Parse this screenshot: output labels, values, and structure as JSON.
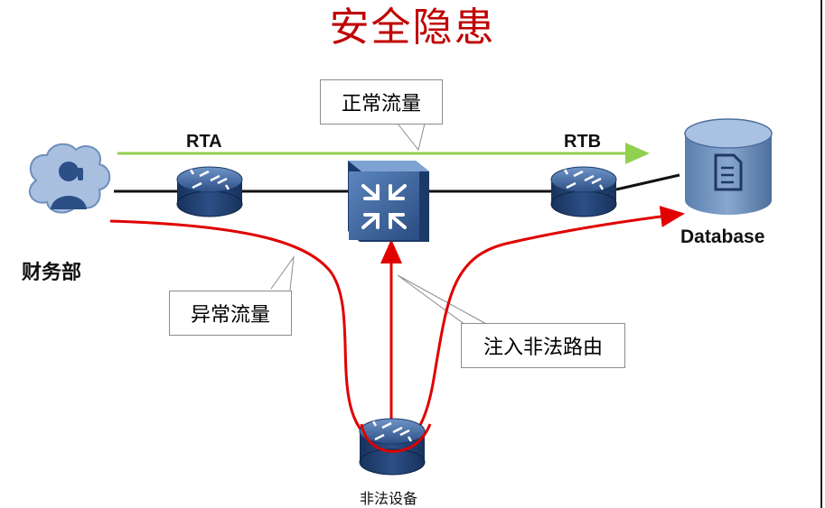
{
  "title": "安全隐患",
  "labels": {
    "rta": "RTA",
    "rtb": "RTB",
    "database": "Database",
    "finance": "财务部",
    "illegal_device": "非法设备"
  },
  "callouts": {
    "normal_traffic": "正常流量",
    "abnormal_traffic": "异常流量",
    "inject_route": "注入非法路由"
  },
  "colors": {
    "title": "#c00000",
    "normal_flow": "#92d050",
    "abnormal_flow": "#e00000",
    "device_dark": "#1f3864",
    "device_mid": "#4472a8"
  }
}
